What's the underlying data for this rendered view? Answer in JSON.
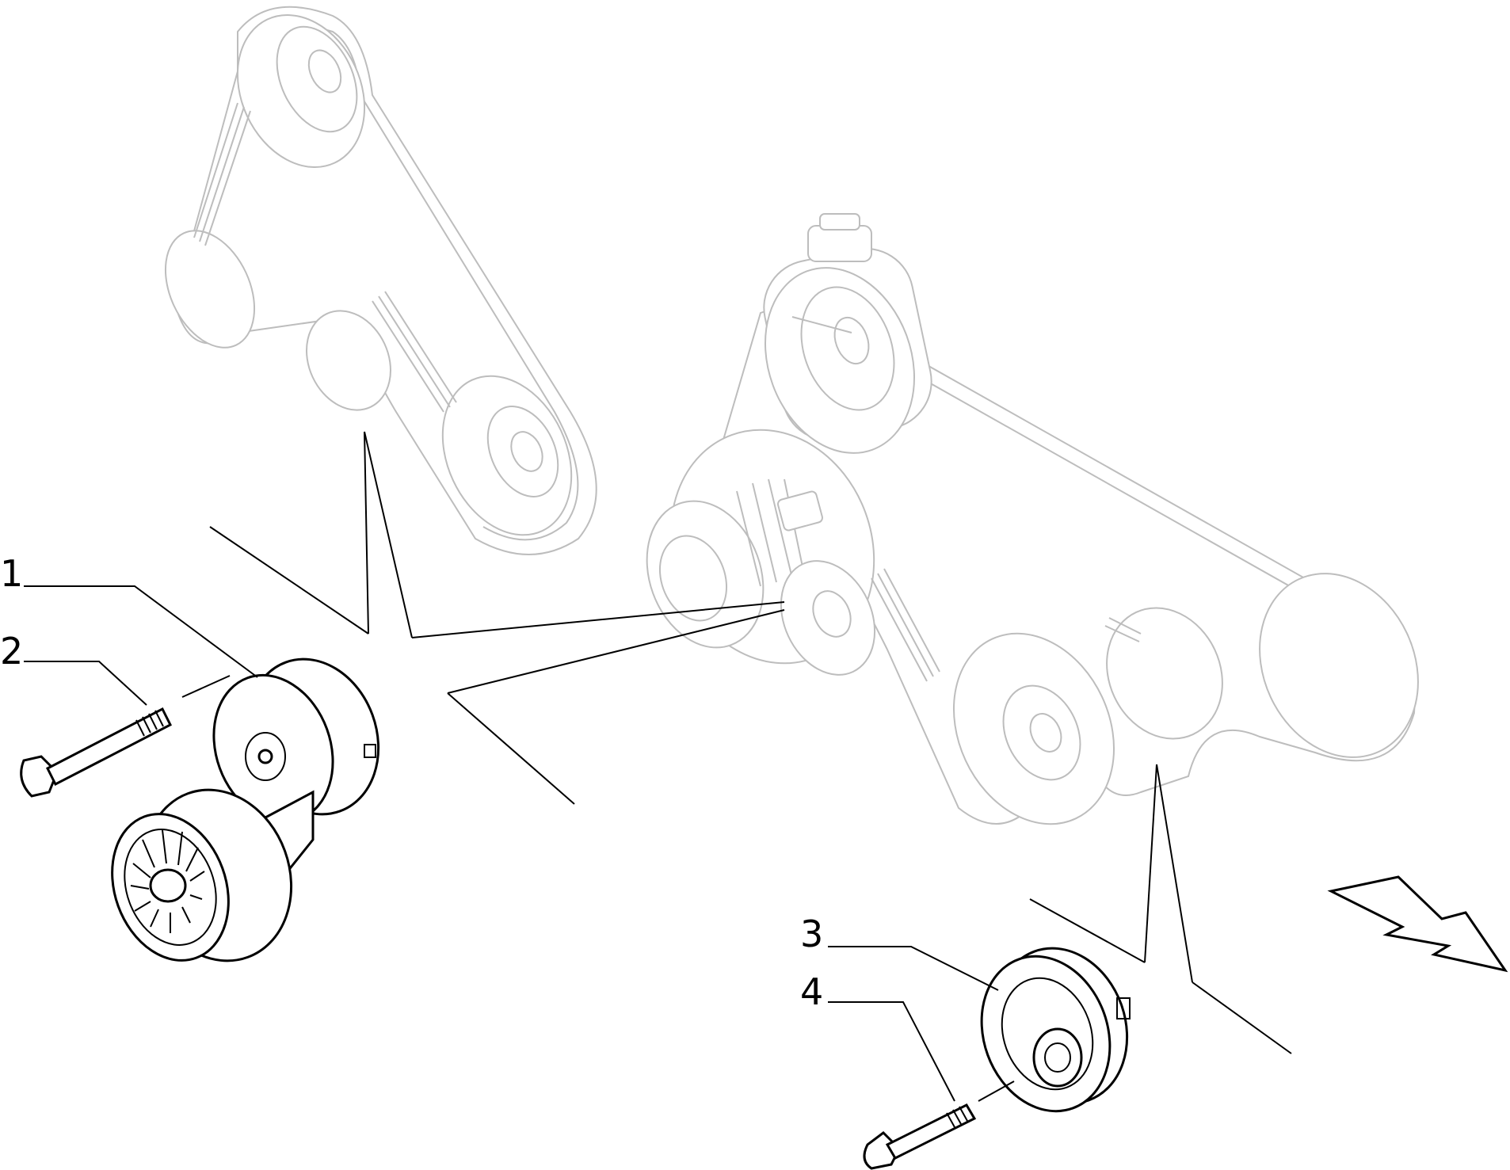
{
  "callouts": [
    {
      "id": "1",
      "label": "1"
    },
    {
      "id": "2",
      "label": "2"
    },
    {
      "id": "3",
      "label": "3"
    },
    {
      "id": "4",
      "label": "4"
    }
  ],
  "icons": {
    "direction": "forward-arrow-icon"
  },
  "colors": {
    "ghost": "#bdbdbd",
    "part": "#000000",
    "background": "#ffffff"
  }
}
